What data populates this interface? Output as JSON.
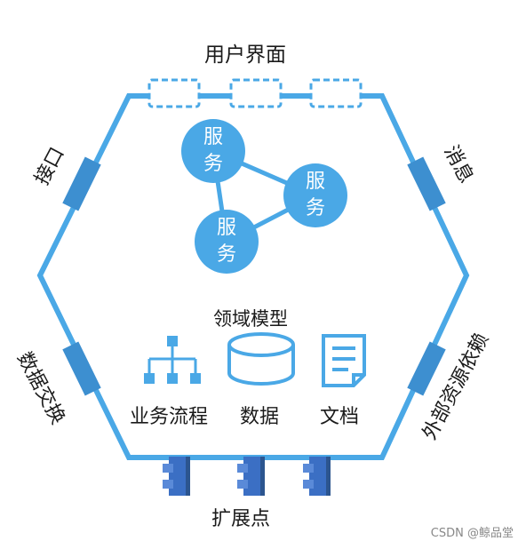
{
  "labels": {
    "ui": "用户界面",
    "interface": "接口",
    "message": "消息",
    "data_exchange": "数据交换",
    "external_deps": "外部资源依赖",
    "extension_points": "扩展点",
    "domain_model": "领域模型",
    "business_flow": "业务流程",
    "data": "数据",
    "document": "文档"
  },
  "services": [
    {
      "line1": "服",
      "line2": "务"
    },
    {
      "line1": "服",
      "line2": "务"
    },
    {
      "line1": "服",
      "line2": "务"
    }
  ],
  "colors": {
    "primary": "#4aa8e6",
    "dark_primary": "#3d8fd0",
    "plugin": "#3b6fc4"
  },
  "watermark": "CSDN @鲸品堂"
}
